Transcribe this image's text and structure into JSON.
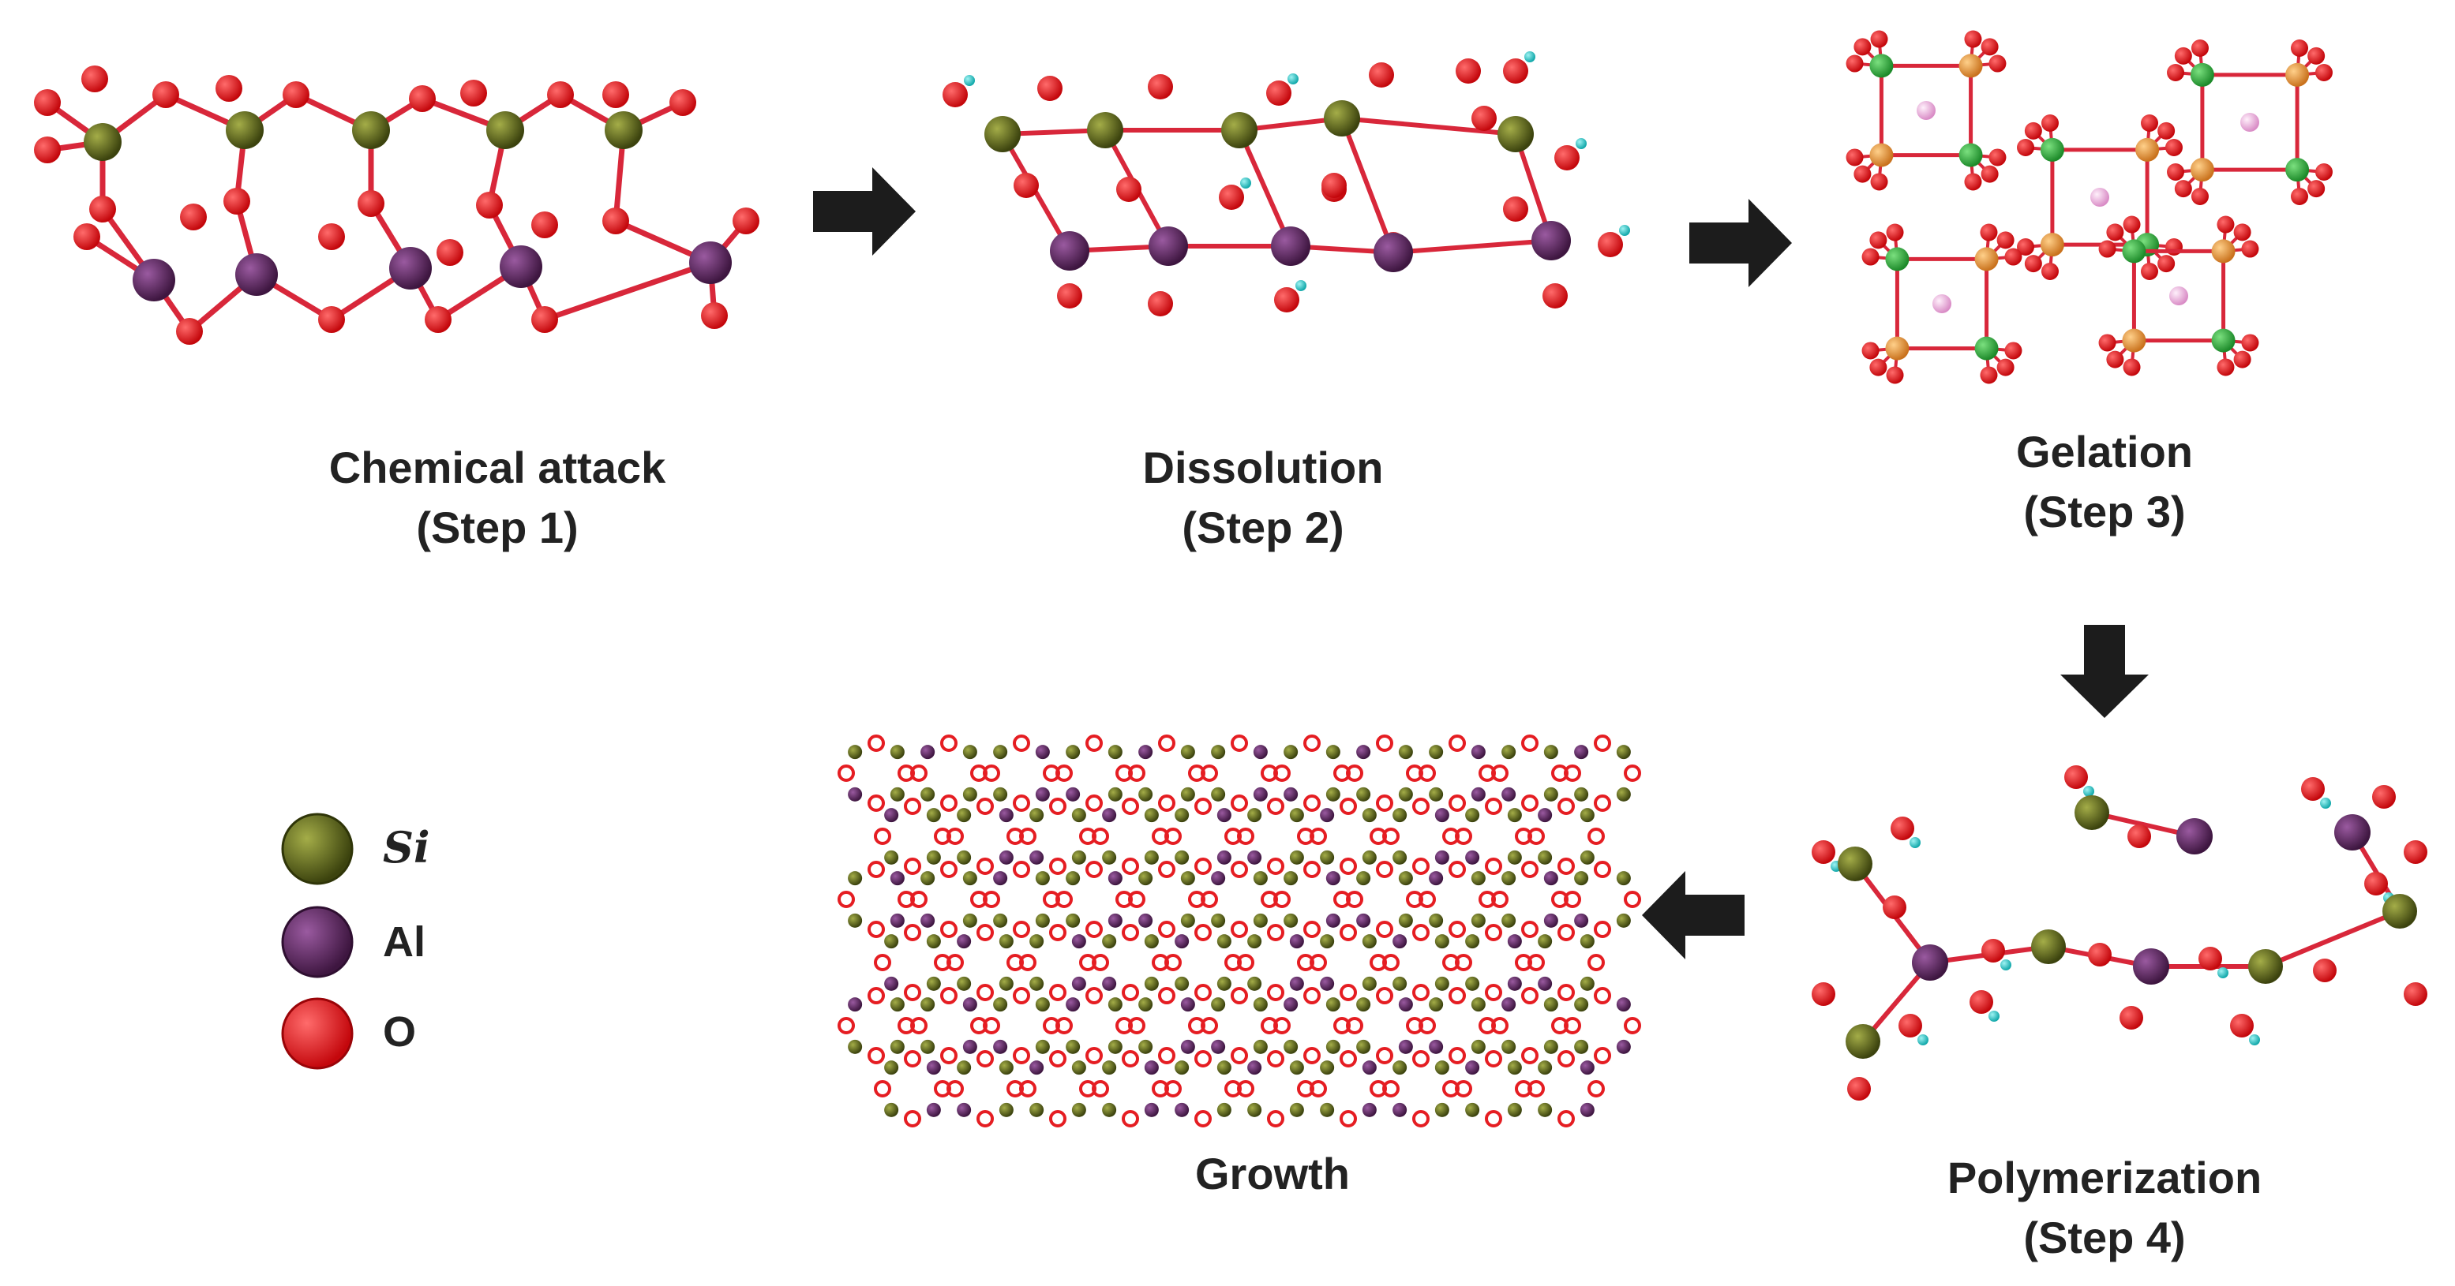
{
  "steps": [
    {
      "id": "chemical-attack",
      "title": "Chemical attack",
      "subtitle": "(Step 1)"
    },
    {
      "id": "dissolution",
      "title": "Dissolution",
      "subtitle": "(Step 2)"
    },
    {
      "id": "gelation",
      "title": "Gelation",
      "subtitle": "(Step 3)"
    },
    {
      "id": "polymerization",
      "title": "Polymerization",
      "subtitle": "(Step 4)"
    },
    {
      "id": "growth",
      "title": "Growth",
      "subtitle": ""
    }
  ],
  "legend": [
    {
      "label": "Si",
      "color": "#4f5a1a",
      "icon": "si-atom-icon"
    },
    {
      "label": "Al",
      "color": "#6a2d6e",
      "icon": "al-atom-icon"
    },
    {
      "label": "O",
      "color": "#e8151b",
      "icon": "o-atom-icon"
    }
  ],
  "colors": {
    "silicon": "#5b6418",
    "aluminium": "#5e2a61",
    "oxygen": "#e51d22",
    "hydrogen": "#22c7c9",
    "bond": "#d8273a",
    "gel_silicon": "#2ea83a",
    "gel_aluminium": "#e79a3a",
    "gel_cation": "#e7a6d4",
    "arrow": "#1c1c1c"
  }
}
